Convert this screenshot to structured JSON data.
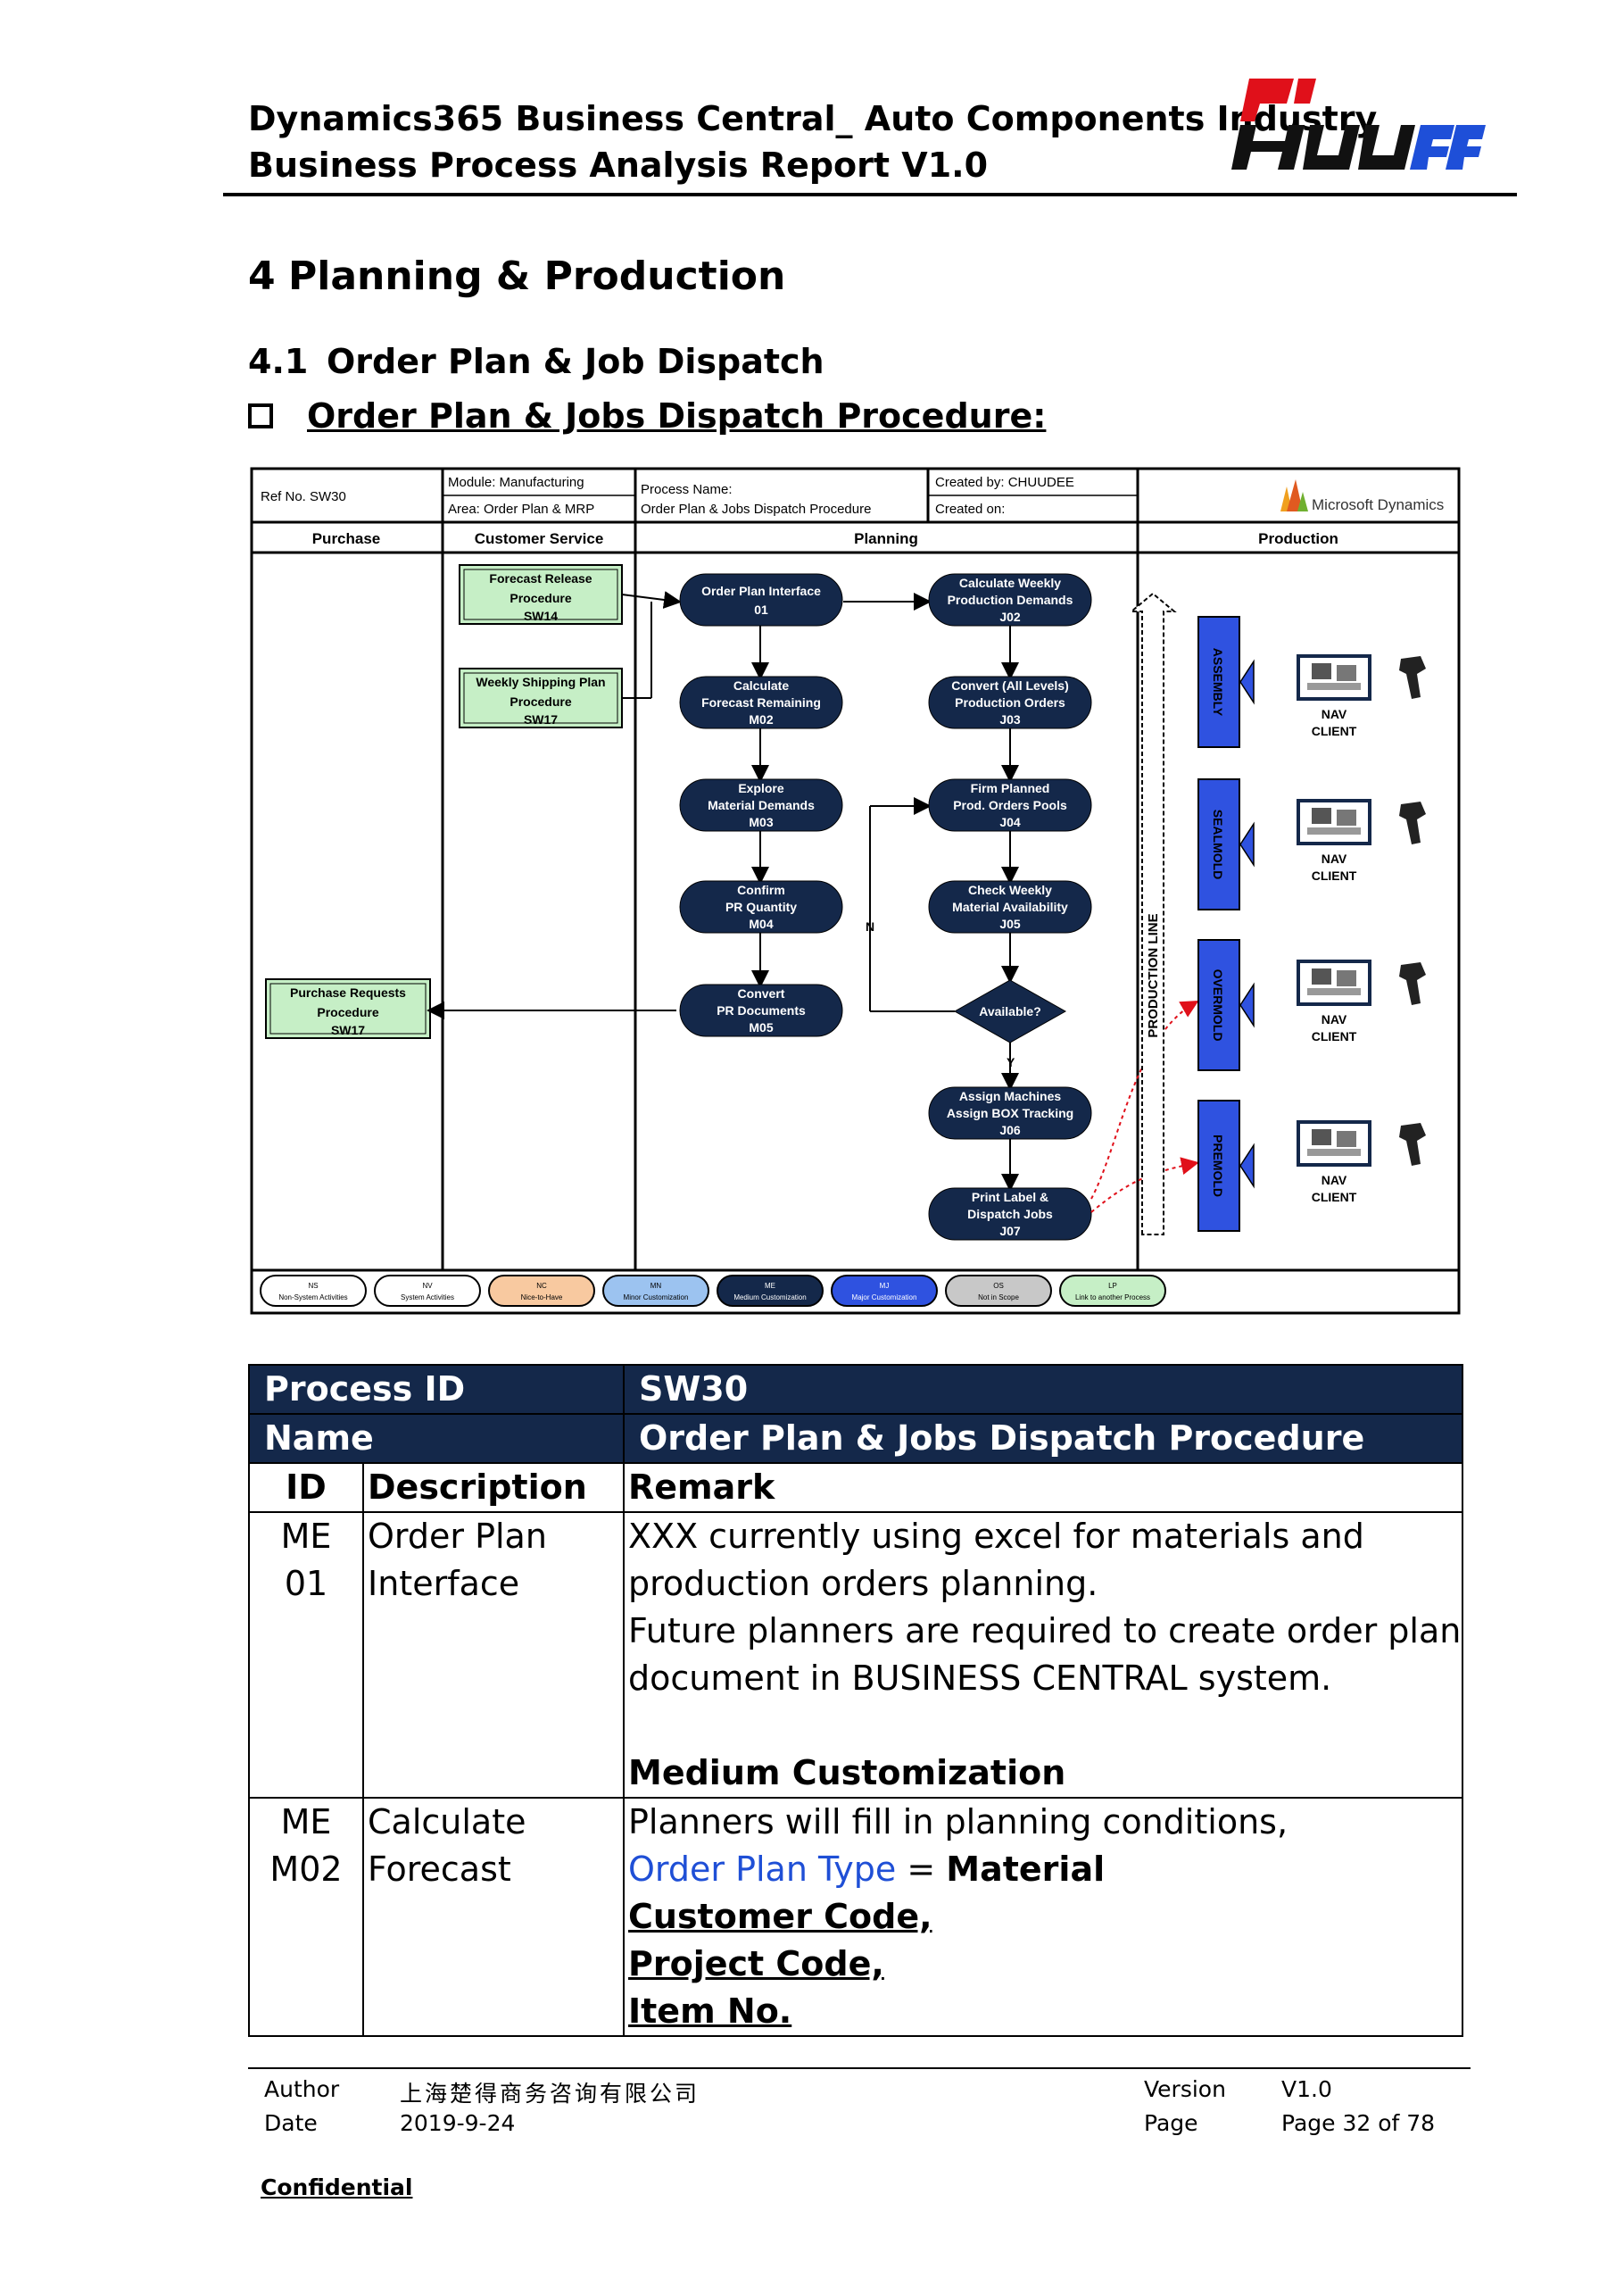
{
  "header": {
    "line1": "Dynamics365 Business Central_ Auto Components Industry",
    "line2": "Business Process Analysis Report V1.0"
  },
  "colors": {
    "dark_header": "#14284a",
    "node_fill": "#14284a",
    "green_box": "#c6efc6",
    "lane_blue": "#2f52e0",
    "link_blue": "#1f4fd6"
  },
  "section": {
    "h1_num": "4",
    "h1_title": "Planning & Production",
    "h2_num": "4.1",
    "h2_title": "Order Plan & Job Dispatch",
    "h3_title": "Order Plan & Jobs Dispatch Procedure:"
  },
  "diagram": {
    "ref": "Ref No.  SW30",
    "module": "Module: Manufacturing",
    "area": "Area:  Order Plan & MRP",
    "process_name_label": "Process Name:",
    "process_name": "Order Plan & Jobs Dispatch Procedure",
    "created_by": "Created by: CHUUDEE",
    "created_on": "Created on:",
    "ms_logo": "Microsoft Dynamics",
    "lanes": {
      "purchase": "Purchase",
      "customer_service": "Customer Service",
      "planning": "Planning",
      "production": "Production"
    },
    "green": {
      "g1": [
        "Forecast Release",
        "Procedure",
        "SW14"
      ],
      "g2": [
        "Weekly Shipping Plan",
        "Procedure",
        "SW17"
      ],
      "g3": [
        "Purchase Requests",
        "Procedure",
        "SW17"
      ]
    },
    "nodes": {
      "n01": [
        "Order Plan Interface",
        "01"
      ],
      "m02": [
        "Calculate",
        "Forecast Remaining",
        "M02"
      ],
      "m03": [
        "Explore",
        "Material Demands",
        "M03"
      ],
      "m04": [
        "Confirm",
        "PR Quantity",
        "M04"
      ],
      "m05": [
        "Convert",
        "PR Documents",
        "M05"
      ],
      "j02": [
        "Calculate Weekly",
        "Production Demands",
        "J02"
      ],
      "j03": [
        "Convert (All Levels)",
        "Production Orders",
        "J03"
      ],
      "j04": [
        "Firm Planned",
        "Prod. Orders Pools",
        "J04"
      ],
      "j05": [
        "Check Weekly",
        "Material Availability",
        "J05"
      ],
      "available": "Available?",
      "j06": [
        "Assign Machines",
        "Assign BOX Tracking",
        "J06"
      ],
      "j07": [
        "Print Label &",
        "Dispatch Jobs",
        "J07"
      ]
    },
    "label_n": "N",
    "label_y": "Y",
    "production_line": "PRODUCTION LINE",
    "lines": [
      "ASSEMBLY",
      "SEALMOLD",
      "OVERMOLD",
      "PREMOLD"
    ],
    "nav1": "NAV",
    "nav2": "CLIENT",
    "legend": [
      {
        "code": "NS",
        "text": "Non-System Activities",
        "fill": "#ffffff"
      },
      {
        "code": "NV",
        "text": "System Activities",
        "fill": "#ffffff"
      },
      {
        "code": "NC",
        "text": "Nice-to-Have",
        "fill": "#f8c9a0"
      },
      {
        "code": "MN",
        "text": "Minor Customization",
        "fill": "#9cc3f0"
      },
      {
        "code": "ME",
        "text": "Medium Customization",
        "fill": "#14284a"
      },
      {
        "code": "MJ",
        "text": "Major Customization",
        "fill": "#2f52e0"
      },
      {
        "code": "OS",
        "text": "Not in Scope",
        "fill": "#c8c8c8"
      },
      {
        "code": "LP",
        "text": "Link to another Process",
        "fill": "#c6efc6"
      }
    ]
  },
  "table": {
    "process_id_label": "Process ID",
    "process_id": "SW30",
    "name_label": "Name",
    "name": "Order Plan & Jobs Dispatch Procedure",
    "col_id": "ID",
    "col_desc": "Description",
    "col_remark": "Remark",
    "rows": [
      {
        "id1": "ME",
        "id2": "01",
        "desc1": "Order Plan",
        "desc2": "Interface",
        "r1": "XXX currently using excel for materials and",
        "r2": "production orders planning.",
        "r3": "Future planners are required to create order plan",
        "r4": "document in BUSINESS CENTRAL system.",
        "r5": "Medium Customization"
      },
      {
        "id1": "ME",
        "id2": "M02",
        "desc1": "Calculate",
        "desc2": "Forecast",
        "r1": "Planners will fill in planning conditions,",
        "r2a": "Order Plan Type",
        "r2b": " = ",
        "r2c": "Material",
        "r3": "Customer Code,",
        "r4": "Project Code,",
        "r5": "Item No."
      }
    ]
  },
  "footer": {
    "author_label": "Author",
    "author": "上海楚得商务咨询有限公司",
    "date_label": "Date",
    "date": "2019-9-24",
    "version_label": "Version",
    "version": "V1.0",
    "page_label": "Page",
    "page": "Page 32 of 78",
    "confidential": "Confidential"
  }
}
